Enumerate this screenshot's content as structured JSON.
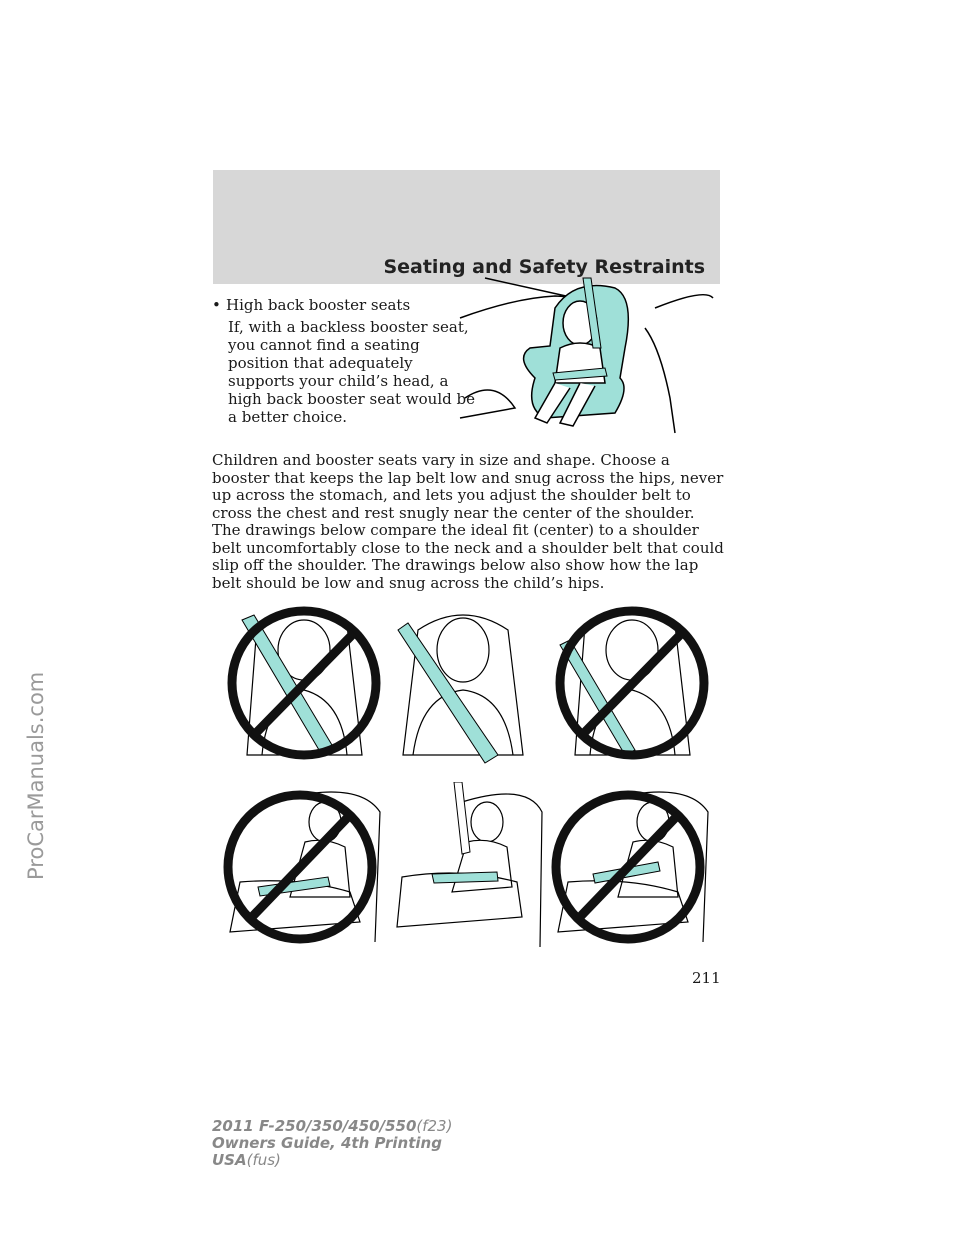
{
  "header": {
    "section_title": "Seating and Safety Restraints",
    "band_color": "#d7d7d7"
  },
  "intro": {
    "bullet": "•",
    "bullet_text": "High back booster seats",
    "paragraph": "If, with a backless booster seat, you cannot find a seating position that adequately supports your child’s head, a high back booster seat would be a better choice."
  },
  "body": {
    "paragraph": "Children and booster seats vary in size and shape. Choose a booster that keeps the lap belt low and snug across the hips, never up across the stomach, and lets you adjust the shoulder belt to cross the chest and rest snugly near the center of the shoulder. The drawings below compare the ideal fit (center) to a shoulder belt uncomfortably close to the neck and a shoulder belt that could slip off the shoulder. The drawings below also show how the lap belt should be low and snug across the child’s hips."
  },
  "page_number": "211",
  "footer": {
    "model": "2011 F-250/350/450/550",
    "model_code": "(f23)",
    "guide": "Owners Guide, 4th Printing",
    "region": "USA",
    "region_code": "(fus)"
  },
  "watermark": "ProCarManuals.com",
  "colors": {
    "belt": "#9fe0d8",
    "prohibit": "#111111"
  }
}
